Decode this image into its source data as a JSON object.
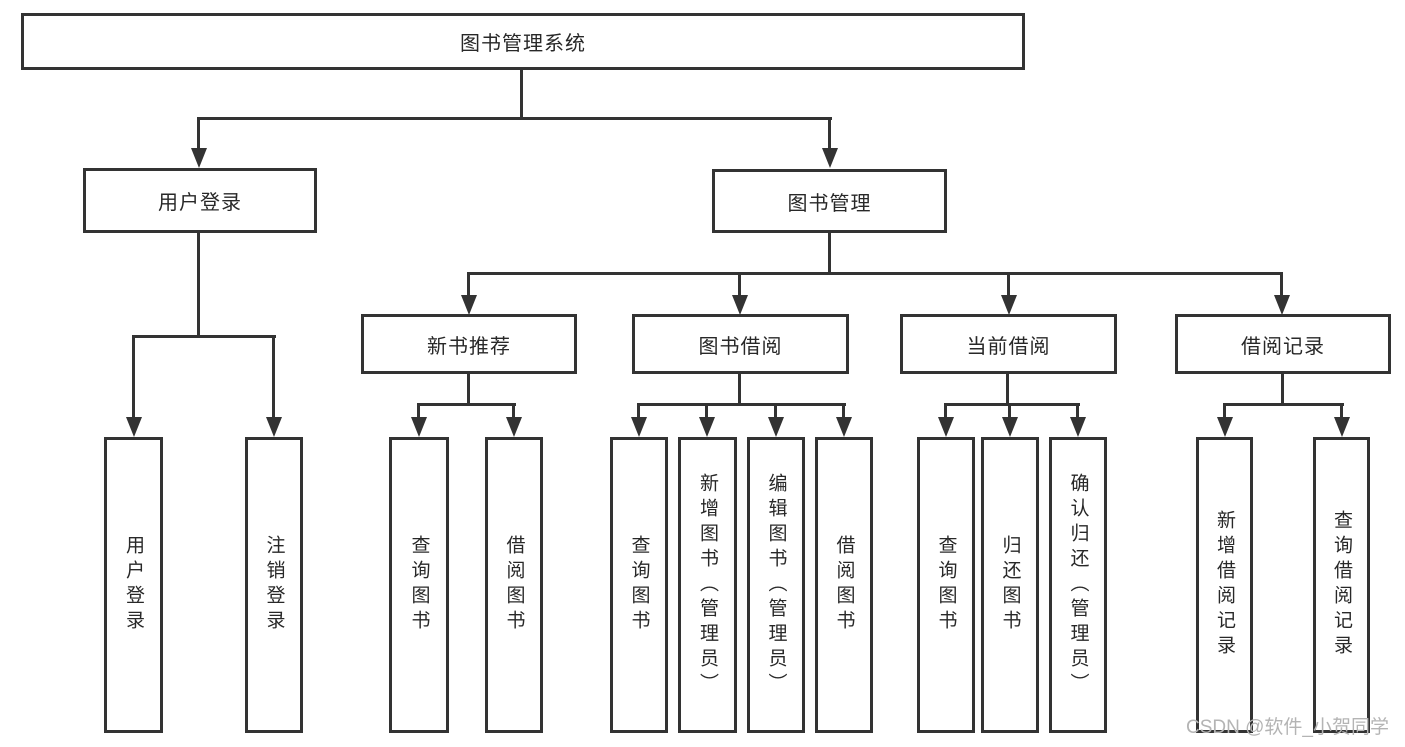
{
  "diagram": {
    "type": "hierarchy-tree",
    "watermark": "CSDN @软件_小贺同学",
    "colors": {
      "line": "#333333",
      "text": "#282828",
      "box_bg": "#ffffff",
      "watermark": "#b4b4b4",
      "background": "#ffffff"
    },
    "tree": {
      "label": "图书管理系统",
      "children": [
        {
          "label": "用户登录",
          "children": [
            {
              "label": "用户登录"
            },
            {
              "label": "注销登录"
            }
          ]
        },
        {
          "label": "图书管理",
          "children": [
            {
              "label": "新书推荐",
              "children": [
                {
                  "label": "查询图书"
                },
                {
                  "label": "借阅图书"
                }
              ]
            },
            {
              "label": "图书借阅",
              "children": [
                {
                  "label": "查询图书"
                },
                {
                  "label": "新增图书（管理员）"
                },
                {
                  "label": "编辑图书（管理员）"
                },
                {
                  "label": "借阅图书"
                }
              ]
            },
            {
              "label": "当前借阅",
              "children": [
                {
                  "label": "查询图书"
                },
                {
                  "label": "归还图书"
                },
                {
                  "label": "确认归还（管理员）"
                }
              ]
            },
            {
              "label": "借阅记录",
              "children": [
                {
                  "label": "新增借阅记录"
                },
                {
                  "label": "查询借阅记录"
                }
              ]
            }
          ]
        }
      ]
    }
  }
}
